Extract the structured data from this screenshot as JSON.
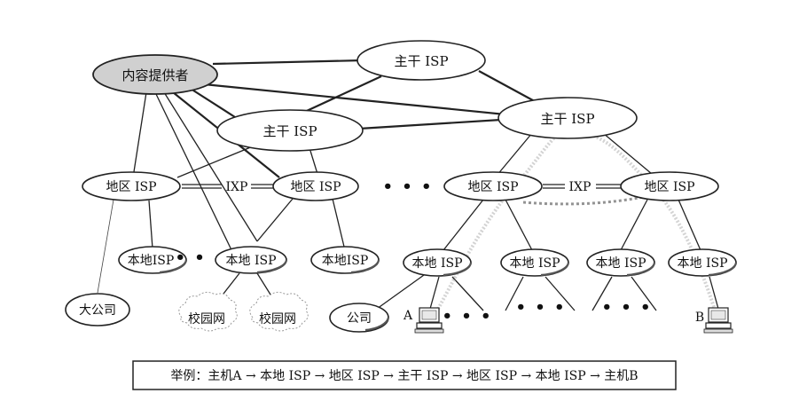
{
  "nodes": {
    "content_provider": "内容提供者",
    "backbone_top": "主干 ISP",
    "backbone_left": "主干 ISP",
    "backbone_right": "主干 ISP",
    "regional_1": "地区 ISP",
    "regional_2": "地区 ISP",
    "regional_3": "地区 ISP",
    "regional_4": "地区 ISP",
    "ixp_left": "IXP",
    "ixp_right": "IXP",
    "local_1": "本地ISP",
    "local_2": "本地 ISP",
    "local_3": "本地ISP",
    "local_4": "本地 ISP",
    "local_5": "本地 ISP",
    "local_6": "本地 ISP",
    "local_7": "本地 ISP",
    "big_company": "大公司",
    "campus_1": "校园网",
    "campus_2": "校园网",
    "company": "公司",
    "host_a": "A",
    "host_b": "B"
  },
  "ellipsis": {
    "mid": "• • •",
    "local": "• • •",
    "hosts_1": "• • •",
    "hosts_2": "• • •",
    "hosts_3": "• • •"
  },
  "caption": "举例：主机A → 本地 ISP → 地区 ISP → 主干 ISP → 地区 ISP → 本地 ISP → 主机B",
  "colors": {
    "content_provider_fill": "#d0d0d0",
    "path_highlight": "#c8c8c8"
  }
}
